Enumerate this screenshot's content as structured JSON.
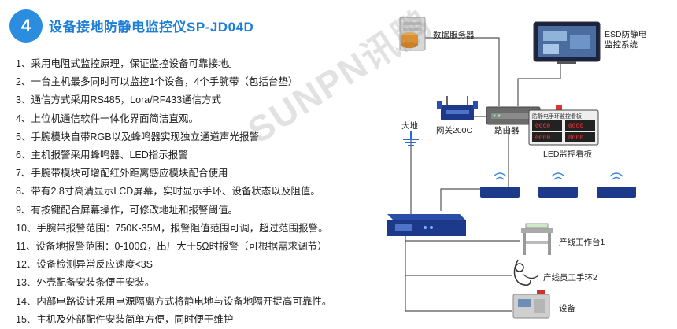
{
  "header": {
    "number": "4",
    "title": "设备接地防静电监控仪SP-JD04D"
  },
  "features": [
    "1、采用电阻式监控原理，保证监控设备可靠接地。",
    "2、一台主机最多同时可以监控1个设备，4个手腕带（包括台垫）",
    "3、通信方式采用RS485，Lora/RF433通信方式",
    "4、上位机通信软件一体化界面简洁直观。",
    "5、手腕模块自带RGB以及蜂鸣器实现独立通道声光报警",
    "6、主机报警采用蜂鸣器、LED指示报警",
    "7、手腕带模块可增配红外距离感应模块配合使用",
    "8、带有2.8寸高清显示LCD屏幕，实时显示手环、设备状态以及阻值。",
    "9、有按键配合屏幕操作，可修改地址和报警阈值。",
    "10、手腕带报警范围：750K-35M，报警阻值范围可调，超过范围报警。",
    "11、设备地报警范围：0-100Ω，出厂大于5Ω时报警（可根据需求调节）",
    "12、设备检测异常反应速度<3S",
    "13、外壳配备安装条便于安装。",
    "14、内部电路设计采用电源隔离方式将静电地与设备地隔开提高可靠性。",
    "15、主机及外部配件安装简单方便，同时便于维护"
  ],
  "diagram": {
    "server_label": "数据服务器",
    "esd_system_label": "ESD防静电\n监控系统",
    "gateway_label": "网关200C",
    "router_label": "路由器",
    "led_board_label": "LED监控看板",
    "led_board_screen_title": "防静电手环监控看板",
    "ground_label": "大地",
    "workbench_label": "产线工作台1",
    "wristband_label": "产线员工手环2",
    "equipment_label": "设备"
  },
  "watermark": "SUNPN讯鹏",
  "colors": {
    "accent": "#1f7fd6",
    "line": "#555555",
    "device": "#1d3a8a"
  }
}
